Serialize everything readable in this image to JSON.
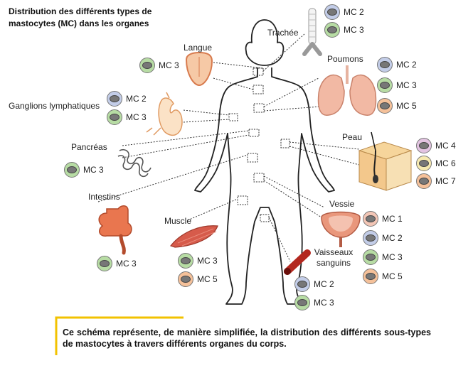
{
  "title": "Distribution des différents types de mastocytes (MC) dans les organes",
  "colors": {
    "MC 1": "#f3c6b6",
    "MC 2": "#c3cde8",
    "MC 3": "#b7dca4",
    "MC 5": "#f5c19a",
    "MC 6": "#f7eab0",
    "MC 7": "#f5c19a",
    "MC 4": "#e3c4e2",
    "accent": "#f2c200"
  },
  "organs": [
    {
      "id": "trachee",
      "name": "Trachée",
      "cells": [
        "MC 2",
        "MC 3"
      ]
    },
    {
      "id": "langue",
      "name": "Langue",
      "cells": [
        "MC 3"
      ]
    },
    {
      "id": "poumons",
      "name": "Poumons",
      "cells": [
        "MC 2",
        "MC 3",
        "MC 5"
      ]
    },
    {
      "id": "ganglions",
      "name": "Ganglions lymphatiques",
      "cells": [
        "MC 2",
        "MC 3"
      ]
    },
    {
      "id": "peau",
      "name": "Peau",
      "cells": [
        "MC 4",
        "MC 6",
        "MC 7"
      ]
    },
    {
      "id": "pancreas",
      "name": "Pancréas",
      "cells": [
        "MC 3"
      ]
    },
    {
      "id": "intestins",
      "name": "Intestins",
      "cells": [
        "MC 3"
      ]
    },
    {
      "id": "vessie",
      "name": "Vessie",
      "cells": [
        "MC 1",
        "MC 2",
        "MC 3",
        "MC 5"
      ]
    },
    {
      "id": "muscle",
      "name": "Muscle",
      "cells": [
        "MC 3",
        "MC 5"
      ]
    },
    {
      "id": "vaisseaux",
      "name": "Vaisseaux sanguins",
      "cells": [
        "MC 2",
        "MC 3"
      ]
    }
  ],
  "caption": "Ce schéma représente, de manière simplifiée, la distribution des différents sous-types de mastocytes à travers différents organes du corps."
}
